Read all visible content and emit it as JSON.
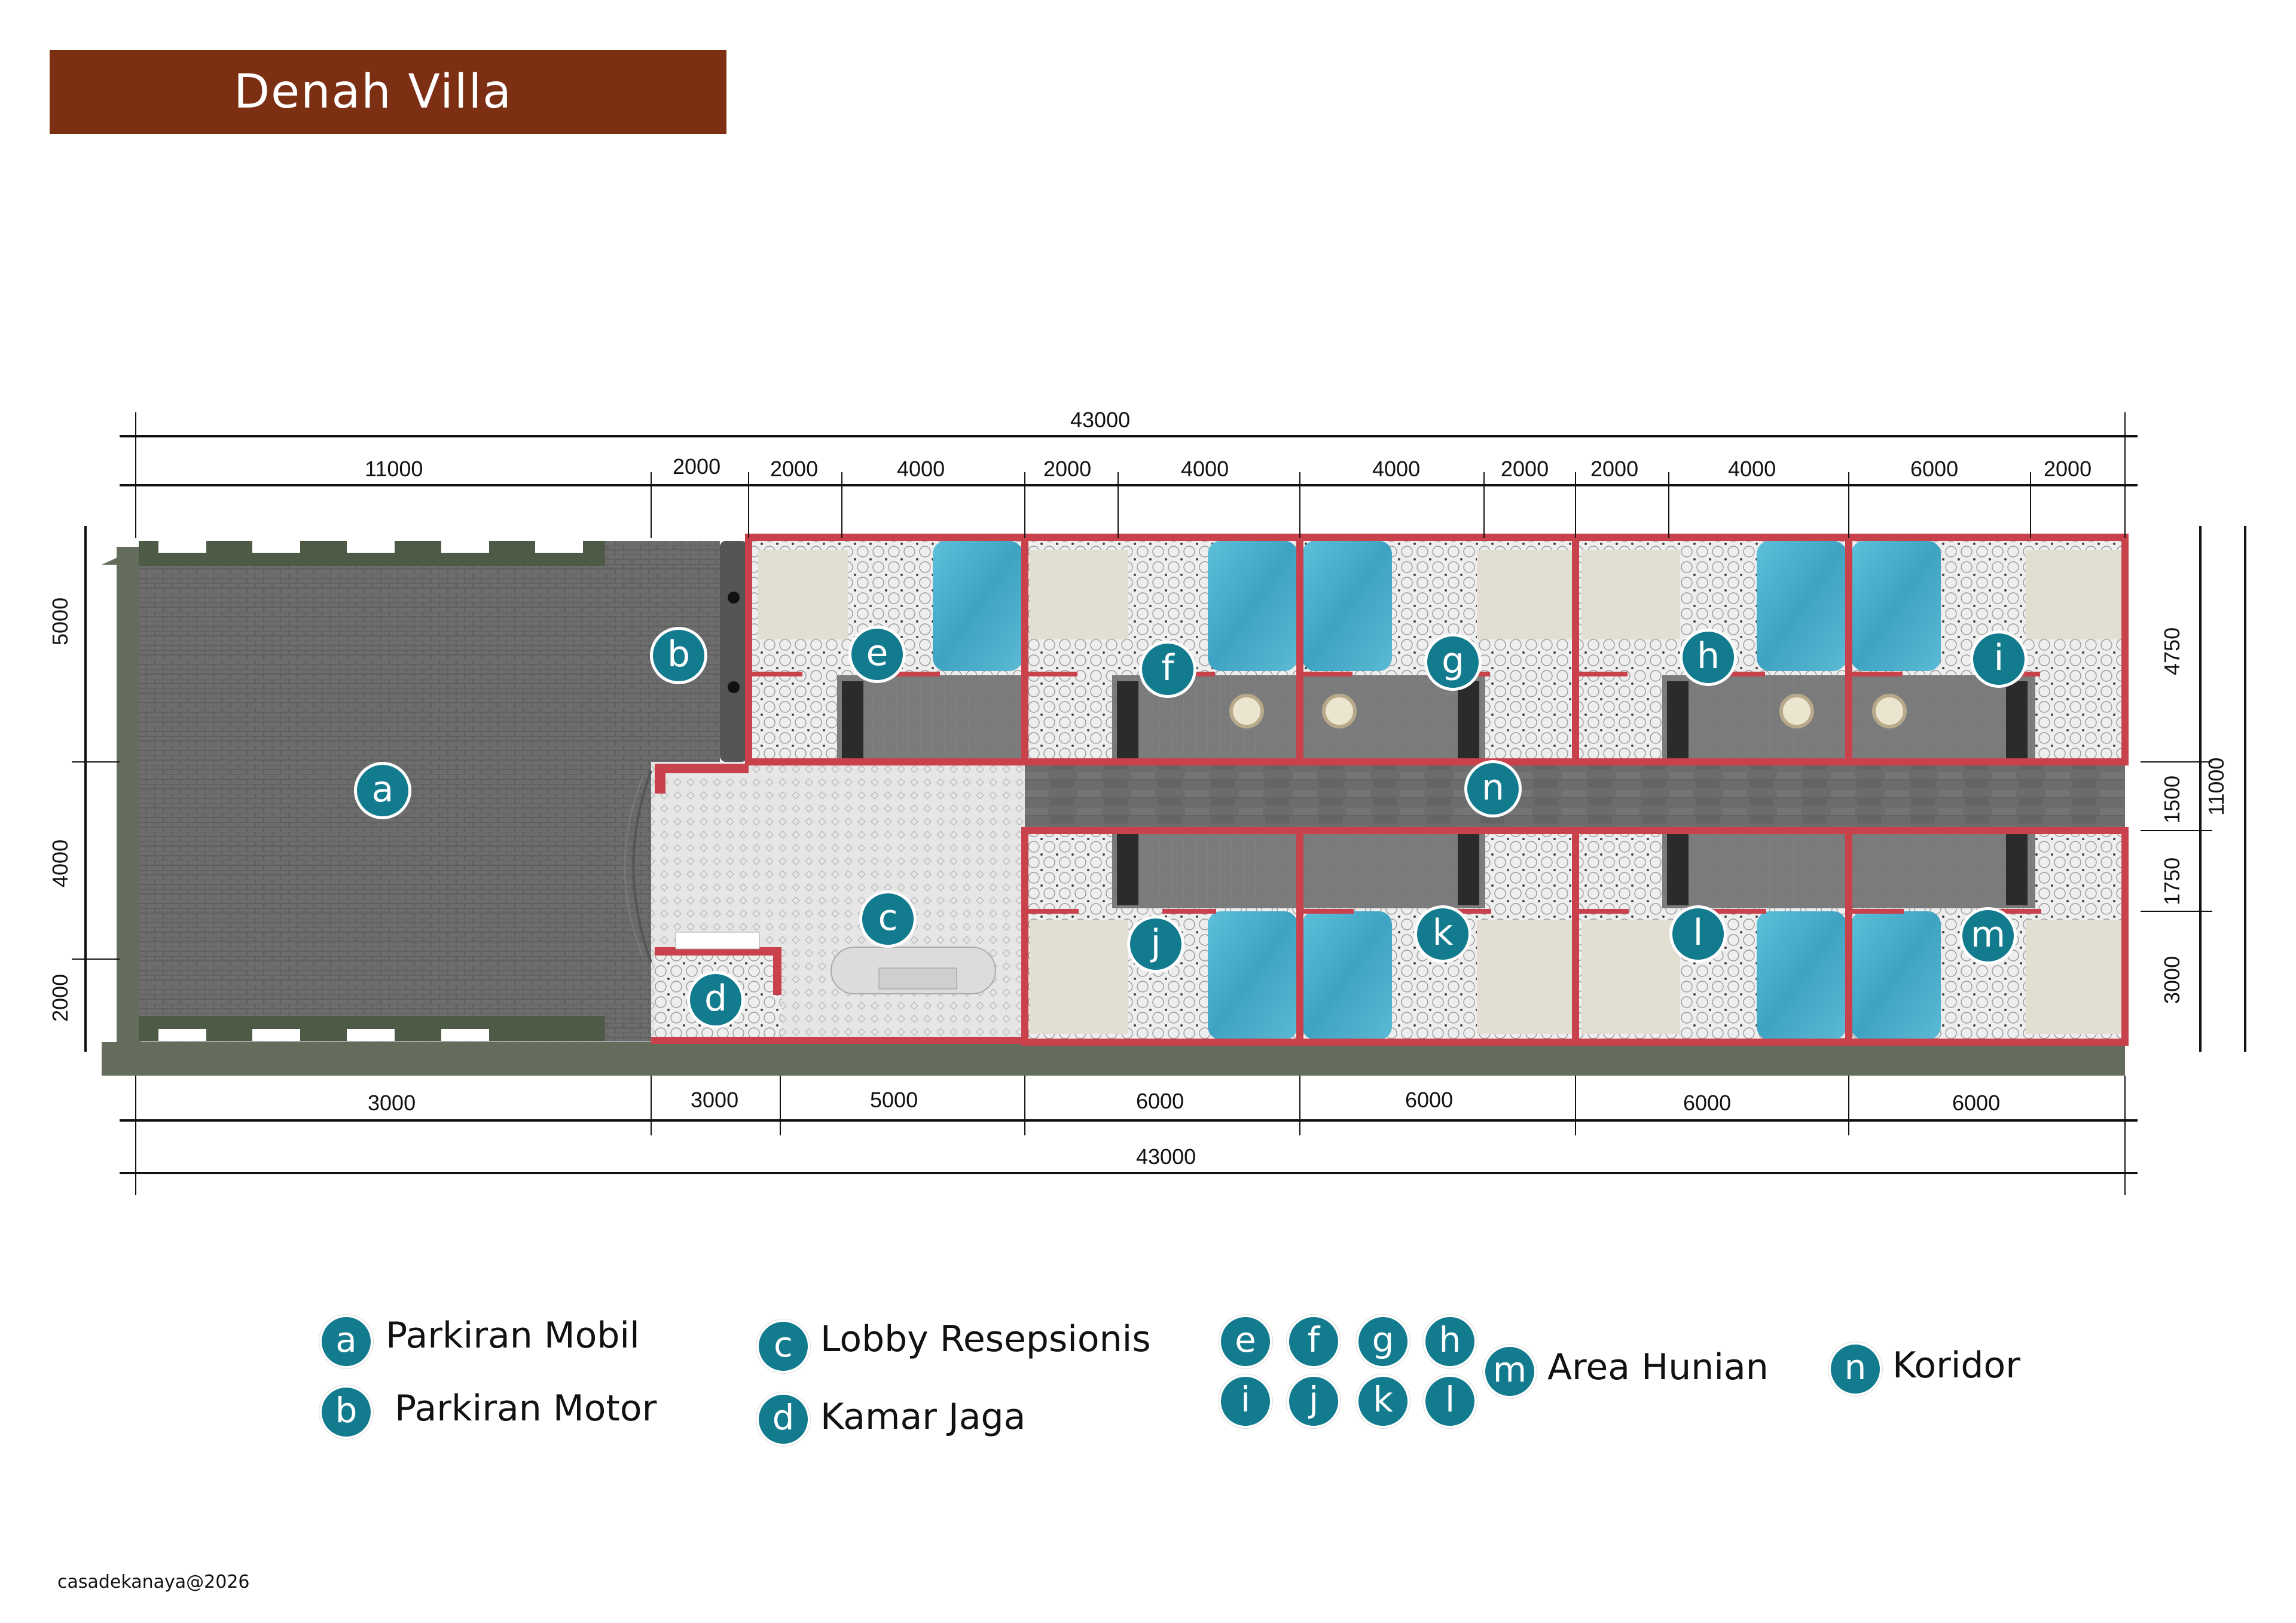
{
  "title": "Denah Villa",
  "footer": "casadekanaya@2026",
  "colors": {
    "banner": "#7d2f14",
    "badge": "#127b8e",
    "wall": "#c8414b",
    "pool": "#4fb2cf",
    "paving": "#6f6f6f",
    "grass_border": "#646c5c",
    "corridor": "#6a6a6a",
    "tile_floor": "#ececec"
  },
  "dimensions": {
    "top_total": "43000",
    "top_segments": [
      "11000",
      "2000",
      "2000",
      "4000",
      "2000",
      "4000",
      "4000",
      "2000",
      "2000",
      "4000",
      "6000",
      "2000"
    ],
    "bottom_segments": [
      "3000",
      "3000",
      "5000",
      "6000",
      "6000",
      "6000",
      "6000"
    ],
    "bottom_total": "43000",
    "left_segments": [
      "5000",
      "4000",
      "2000"
    ],
    "right_segments": [
      "4750",
      "1500",
      "1750",
      "3000"
    ],
    "right_total": "11000"
  },
  "plan_labels": [
    {
      "letter": "a"
    },
    {
      "letter": "b"
    },
    {
      "letter": "c"
    },
    {
      "letter": "d"
    },
    {
      "letter": "e"
    },
    {
      "letter": "f"
    },
    {
      "letter": "g"
    },
    {
      "letter": "h"
    },
    {
      "letter": "i"
    },
    {
      "letter": "j"
    },
    {
      "letter": "k"
    },
    {
      "letter": "l"
    },
    {
      "letter": "m"
    },
    {
      "letter": "n"
    }
  ],
  "legend": {
    "a": {
      "letter": "a",
      "label": "Parkiran Mobil"
    },
    "b": {
      "letter": "b",
      "label": "Parkiran Motor"
    },
    "c": {
      "letter": "c",
      "label": "Lobby Resepsionis"
    },
    "d": {
      "letter": "d",
      "label": "Kamar Jaga"
    },
    "units": {
      "letters": [
        "e",
        "f",
        "g",
        "h",
        "i",
        "j",
        "k",
        "l",
        "m"
      ],
      "label": "Area Hunian"
    },
    "n": {
      "letter": "n",
      "label": "Koridor"
    }
  }
}
